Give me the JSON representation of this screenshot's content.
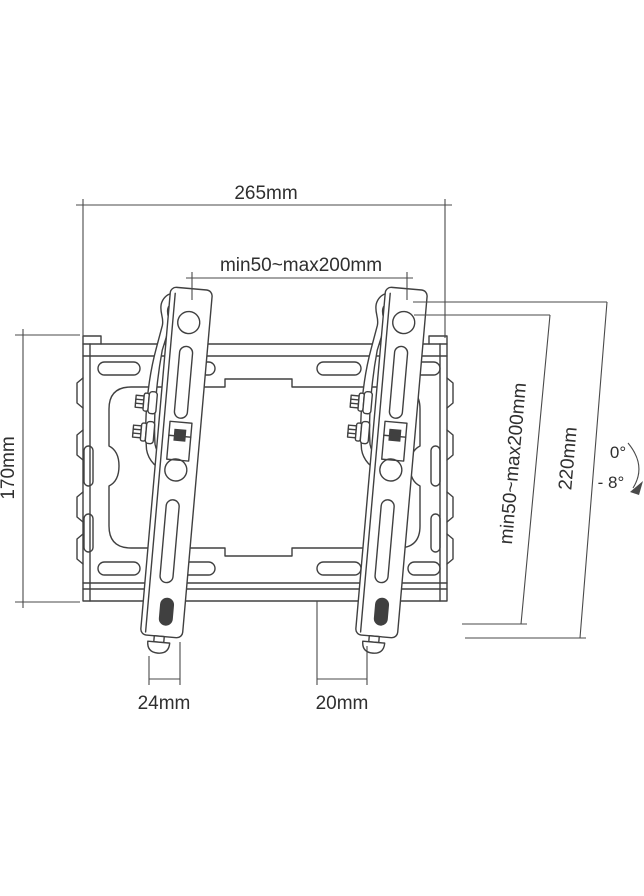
{
  "diagram": {
    "title": "Tilting TV wall mount bracket - dimensional drawing",
    "colors": {
      "line": "#404040",
      "dimension_line": "#4a4a4a",
      "text": "#2f2f2f",
      "background": "#ffffff"
    },
    "labels": {
      "overall_width": "265mm",
      "vesa_width": "min50~max200mm",
      "plate_height": "170mm",
      "vesa_height": "min50~max200mm",
      "overall_height": "220mm",
      "tilt_upper": "0°",
      "tilt_lower": "- 8°",
      "arm_foot_width": "24mm",
      "foot_offset": "20mm"
    }
  }
}
